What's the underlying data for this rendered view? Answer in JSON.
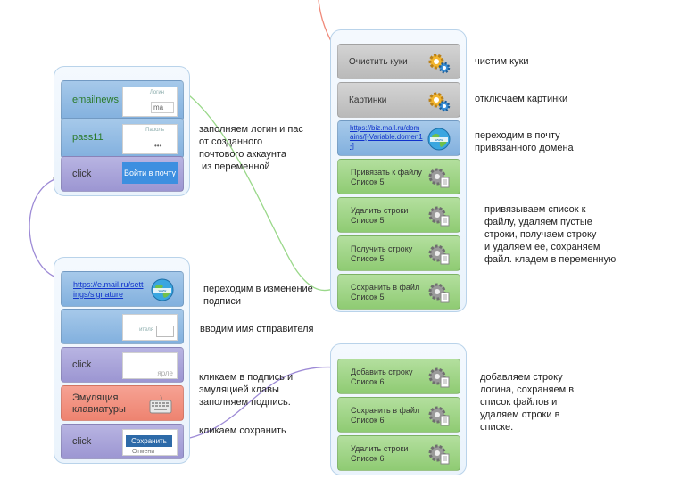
{
  "left_group_1": {
    "blocks": [
      {
        "label": "emailnews",
        "thumb_caption": "Логин",
        "thumb_value": "ma"
      },
      {
        "label": "pass11",
        "thumb_caption": "Пароль",
        "thumb_value": "•••"
      },
      {
        "label": "click",
        "thumb_button": "Войти в почту"
      }
    ]
  },
  "left_group_2": {
    "link": "https://e.mail.ru/settings/signature",
    "link_line1": "https://e.mail.ru/sett",
    "link_line2": "ings/signature",
    "blocks": [
      {
        "label": "",
        "thumb_caption": "ителя"
      },
      {
        "label": "click",
        "thumb_caption": "ярле"
      },
      {
        "label_line1": "Эмуляция",
        "label_line2": "клавиатуры"
      },
      {
        "label": "click",
        "thumb_button": "Сохранить",
        "thumb_under": "Отмени"
      }
    ]
  },
  "right_group_1": {
    "blocks": [
      {
        "label": "Очистить куки",
        "icon": "gears-icon"
      },
      {
        "label": "Картинки",
        "icon": "gears-icon"
      },
      {
        "link_line1": "https://biz.mail.ru/dom",
        "link_line2": "ains/[-Variable.domen1",
        "link_line3": "-]",
        "icon": "globe-icon"
      },
      {
        "line1": "Привязать к файлу",
        "line2": "Список 5",
        "icon": "gear-doc-icon"
      },
      {
        "line1": "Удалить строки",
        "line2": "Список 5",
        "icon": "gear-doc-icon"
      },
      {
        "line1": "Получить строку",
        "line2": "Список 5",
        "icon": "gear-doc-icon"
      },
      {
        "line1": "Сохранить в файл",
        "line2": "Список 5",
        "icon": "gear-doc-icon"
      }
    ]
  },
  "right_group_2": {
    "blocks": [
      {
        "line1": "Добавить строку",
        "line2": "Список 6"
      },
      {
        "line1": "Сохранить в файл",
        "line2": "Список 6"
      },
      {
        "line1": "Удалить строки",
        "line2": "Список 6"
      }
    ]
  },
  "notes": {
    "login_pass": [
      "заполняем логин и пас",
      "от созданного",
      "почтового аккаунта",
      " из переменной"
    ],
    "signature_go": [
      "переходим в изменение",
      "подписи"
    ],
    "sender_name": "вводим имя отправителя",
    "click_fill": [
      "кликаем в подпись и",
      "эмуляцией клавы",
      "заполняем подпись."
    ],
    "click_save": "кликаем сохранить",
    "clear_cookies": "чистим куки",
    "disable_images": "отключаем картинки",
    "goto_mail": [
      "переходим в почту",
      "привязанного домена"
    ],
    "list_ops": [
      "привязываем список к",
      "файлу, удаляем пустые",
      "строки, получаем строку",
      "и удаляем ее, сохраняем",
      "файл.  кладем в переменную"
    ],
    "add_line": [
      "добавляем строку",
      "логина, сохраняем в",
      "список файлов и",
      "удаляем строки в",
      "списке."
    ]
  },
  "colors": {
    "group_border": "#b9d3ea",
    "block_blue": "#8fb8e2",
    "block_green": "#8ac873",
    "block_purple": "#a9a4d9",
    "block_gray": "#c4c4c4",
    "block_red": "#f08f7c",
    "connector_green": "#9ad88a",
    "connector_purple": "#9d8ad6",
    "connector_red": "#f08a7a"
  }
}
